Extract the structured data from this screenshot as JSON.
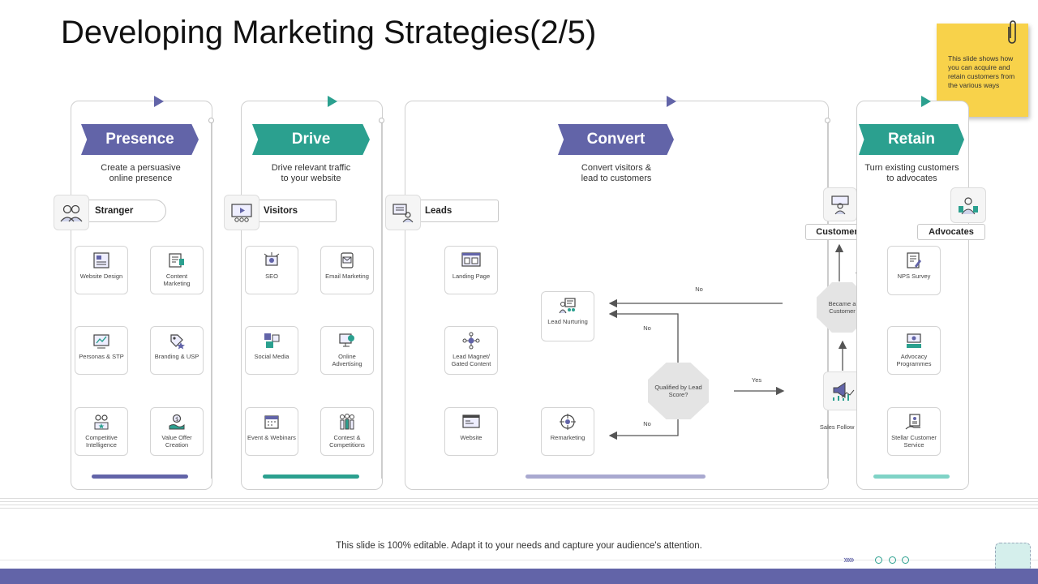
{
  "title": "Developing Marketing Strategies(2/5)",
  "sticky_note": "This slide shows how you can acquire and retain customers from the various ways",
  "stages": {
    "presence": {
      "title": "Presence",
      "desc_1": "Create a persuasive",
      "desc_2": "online presence",
      "audience": "Stranger",
      "items": [
        "Website Design",
        "Content Marketing",
        "Personas & STP",
        "Branding & USP",
        "Competitive Intelligence",
        "Value Offer Creation"
      ]
    },
    "drive": {
      "title": "Drive",
      "desc_1": "Drive relevant traffic",
      "desc_2": "to your website",
      "audience": "Visitors",
      "items": [
        "SEO",
        "Email Marketing",
        "Social Media",
        "Online Advertising",
        "Event & Webinars",
        "Contest & Competitions"
      ]
    },
    "convert": {
      "title": "Convert",
      "desc_1": "Convert visitors &",
      "desc_2": "lead to customers",
      "audience": "Leads",
      "items": [
        "Landing Page",
        "Lead Magnet/ Gated Content",
        "Website"
      ],
      "lead_nurturing": "Lead Nurturing",
      "remarketing": "Remarketing",
      "qualified": "Qualified by Lead Score?"
    },
    "retain": {
      "title": "Retain",
      "desc_1": "Turn existing customers",
      "desc_2": "to advocates",
      "customers": "Customers",
      "advocates": "Advocates",
      "became_customer": "Became a Customer",
      "sales_follow_up": "Sales Follow Up",
      "items": [
        "NPS Survey",
        "Advocacy Programmes",
        "Stellar Customer Service"
      ]
    }
  },
  "flow_labels": {
    "no_top": "No",
    "no_mid": "No",
    "no_bottom": "No",
    "yes_right": "Yes",
    "yes_up": "Yes"
  },
  "footer_text": "This slide is 100% editable. Adapt it to your needs and capture your audience's attention.",
  "colors": {
    "purple": "#6264a8",
    "teal": "#2ba08f",
    "sticky": "#f8d24a"
  }
}
